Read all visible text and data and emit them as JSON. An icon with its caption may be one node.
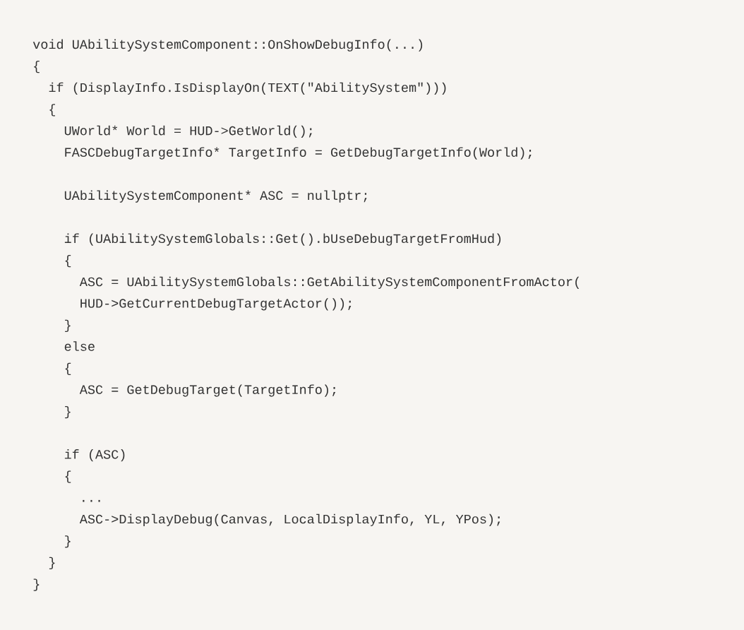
{
  "diagram": {
    "labels": [
      "void UAbilitySystemComponent::OnShowDebugInfo(...)",
      "{",
      "if (DisplayInfo.IsDisplayOn(TEXT(\"AbilitySystem\")))",
      "{",
      "UWorld* World = HUD->GetWorld();",
      "FASCDebugTargetInfo* TargetInfo = GetDebugTargetInfo(World);",
      "UAbilitySystemComponent* ASC = nullptr;",
      "if (UAbilitySystemGlobals::Get().bUseDebugTargetFromHud)",
      "{",
      "ASC = UAbilitySystemGlobals::GetAbilitySystemComponentFromActor(",
      "HUD->GetCurrentDebugTargetActor());",
      "}",
      "else",
      "{",
      "ASC = GetDebugTarget(TargetInfo);",
      "}",
      "if (ASC)",
      "{",
      "...",
      "ASC->DisplayDebug(Canvas, LocalDisplayInfo, YL, YPos);",
      "}",
      "}",
      "}"
    ]
  }
}
